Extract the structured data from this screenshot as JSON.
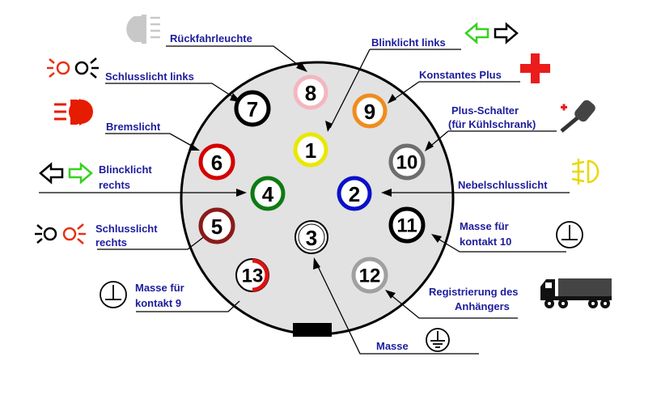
{
  "labels": {
    "rueckfahrleuchte": "Rückfahrleuchte",
    "schlusslicht_links": "Schlusslicht links",
    "bremslicht": "Bremslicht",
    "blinklicht_rechts_1": "Blincklicht",
    "blinklicht_rechts_2": "rechts",
    "schlusslicht_rechts_1": "Schlusslicht",
    "schlusslicht_rechts_2": "rechts",
    "masse_kontakt9_1": "Masse für",
    "masse_kontakt9_2": "kontakt 9",
    "blinklicht_links": "Blinklicht links",
    "konstantes_plus": "Konstantes Plus",
    "plus_schalter_1": "Plus-Schalter",
    "plus_schalter_2": "(für Kühlschrank)",
    "nebelschlusslicht": "Nebelschlusslicht",
    "masse_kontakt10_1": "Masse für",
    "masse_kontakt10_2": "kontakt  10",
    "registrierung_1": "Registrierung des",
    "registrierung_2": "Anhängers",
    "masse": "Masse"
  },
  "pins": {
    "p1": "1",
    "p2": "2",
    "p3": "3",
    "p4": "4",
    "p5": "5",
    "p6": "6",
    "p7": "7",
    "p8": "8",
    "p9": "9",
    "p10": "10",
    "p11": "11",
    "p12": "12",
    "p13": "13"
  },
  "colors": {
    "label": "#1c1c9c",
    "connector_face": "#e2e2e2",
    "pin1": "#e8e800",
    "pin2": "#0a10c8",
    "pin3": "#ffffff",
    "pin4": "#0e7a12",
    "pin5": "#8b1a1a",
    "pin6": "#d40000",
    "pin7": "#000000",
    "pin8": "#f4b6c0",
    "pin9": "#f08c1e",
    "pin10": "#6e6e6e",
    "pin11": "#000000",
    "pin12": "#a0a0a0",
    "pin13": "#e01010",
    "brake_red": "#e51c00",
    "arrow_green": "#36d21e",
    "plus_red": "#ea1c1c",
    "fog_yellow": "#e8d800",
    "reverse_grey": "#c8c8c8"
  }
}
